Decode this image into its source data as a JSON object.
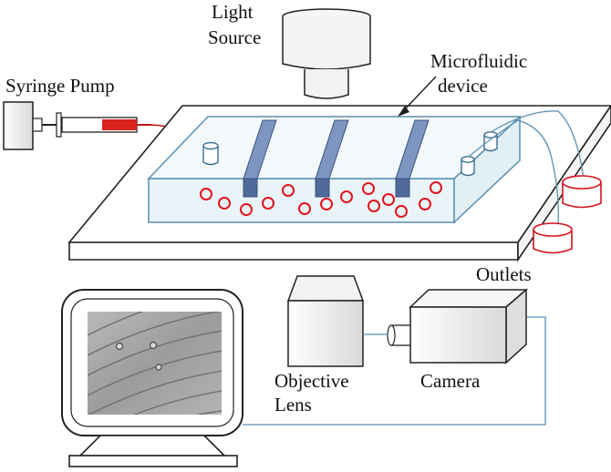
{
  "labels": {
    "light_source_line1": "Light",
    "light_source_line2": "Source",
    "syringe_pump": "Syringe Pump",
    "microfluidic_line1": "Microfluidic",
    "microfluidic_line2": "device",
    "outlets": "Outlets",
    "objective_line1": "Objective",
    "objective_line2": "Lens",
    "camera": "Camera"
  },
  "colors": {
    "channel_outline": "#5b8fb0",
    "channel_fill": "#e9f4f8",
    "pillar_front": "#4f6a9b",
    "pillar_top": "#7d95c0",
    "cell_ring": "#e0141b",
    "syringe_red": "#d8231f",
    "camera_body": "#f0f0f0",
    "outline": "#222222"
  },
  "counts": {
    "pillars": 3,
    "cells": 14,
    "outlet_cups": 2
  }
}
